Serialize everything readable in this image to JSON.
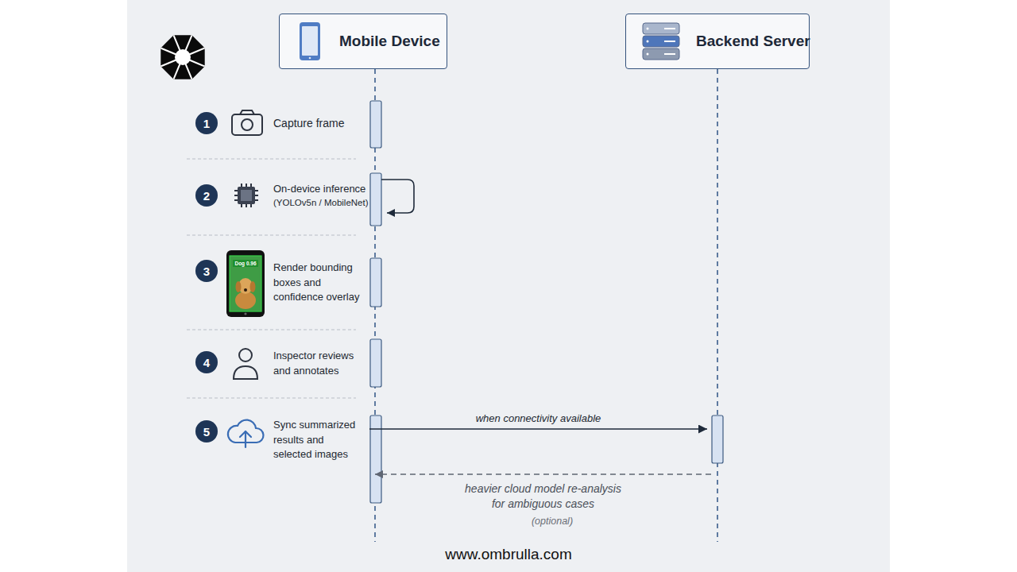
{
  "diagram": {
    "nodes": [
      {
        "text": [
          "Mobile Device"
        ]
      },
      {
        "text": [
          "Backend Server"
        ]
      },
      {
        "text": [
          "1"
        ]
      },
      {
        "text": [
          "2"
        ]
      },
      {
        "text": [
          "3"
        ]
      },
      {
        "text": [
          "4"
        ]
      },
      {
        "text": [
          "5"
        ]
      }
    ],
    "edges": [
      {
        "from": 0,
        "to": 1,
        "arrow": "to",
        "label": "when connectivity available"
      },
      {
        "from": 1,
        "to": 0,
        "arrow": "to",
        "label": "heavier cloud model re-analysis for ambiguous cases"
      }
    ],
    "labels": [
      "Capture frame",
      "On-device inference",
      "(YOLOv5n / MobileNet)",
      "Dog 0.96",
      "Render bounding boxes and confidence overlay",
      "Inspector reviews and annotates",
      "Sync summarized results and selected images",
      "(optional)",
      "www.ombrulla.com"
    ]
  }
}
